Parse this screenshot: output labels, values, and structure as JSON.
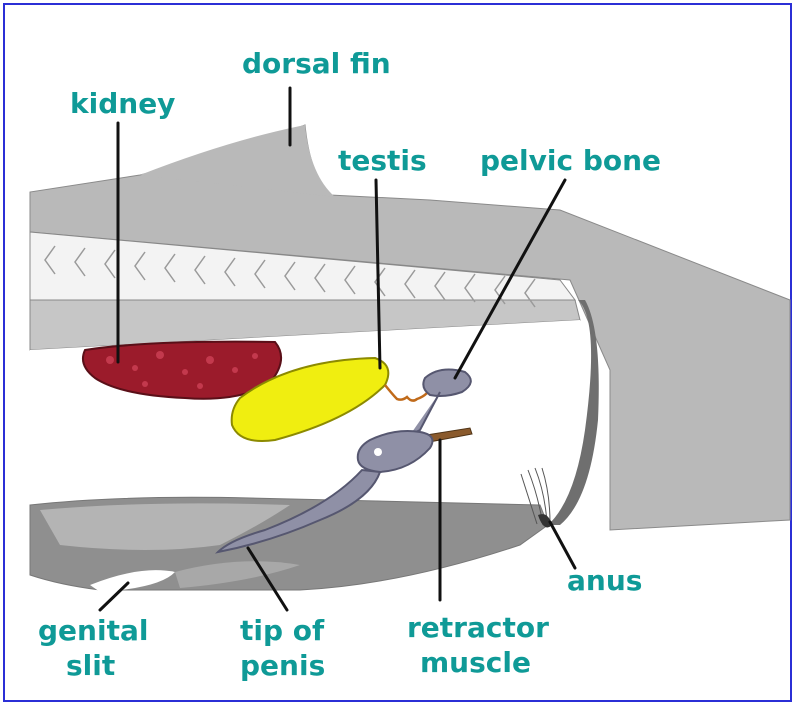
{
  "labels": {
    "dorsal_fin": "dorsal fin",
    "kidney": "kidney",
    "testis": "testis",
    "pelvic_bone": "pelvic bone",
    "anus": "anus",
    "genital_slit_line1": "genital",
    "genital_slit_line2": "slit",
    "tip_of_penis_line1": "tip of",
    "tip_of_penis_line2": "penis",
    "retractor_muscle_line1": "retractor",
    "retractor_muscle_line2": "muscle"
  },
  "colors": {
    "frame_border": "#2b2fd6",
    "label_text": "#0f9a97",
    "body_gray": "#b9b9b9",
    "body_dark": "#7e7e7e",
    "spine_fill": "#f4f4f4",
    "kidney": "#9b1b2b",
    "testis": "#f0ee10",
    "penis_bone": "#8f90a6",
    "retractor": "#8a5a2c",
    "leader_line": "#111111"
  }
}
